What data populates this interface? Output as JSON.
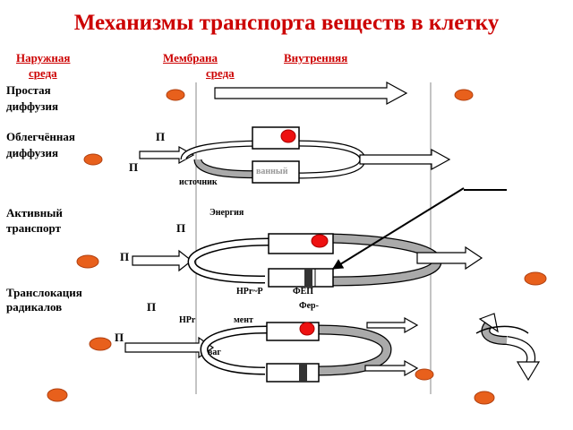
{
  "title": "Механизмы транспорта веществ в клетку",
  "header": {
    "outer_line1": "Наружная",
    "outer_line2": "среда",
    "membrane": "Мембрана",
    "inner_line1": "Внутренняя",
    "inner_line2": "среда"
  },
  "rows": {
    "simple": {
      "line1": "Простая",
      "line2": "диффузия"
    },
    "facilitated": {
      "line1": "Облегчённая",
      "line2": "диффузия",
      "p1": "П",
      "p2": "П",
      "box_text": "ванный",
      "source": "источник"
    },
    "active": {
      "line1": "Активный",
      "line2": "транспорт",
      "energy": "Энергия",
      "p1": "П",
      "p2": "П"
    },
    "translocation": {
      "line1": "Транслокация",
      "line2": "радикалов",
      "p1": "П",
      "hpr_p": "НPr~P",
      "fep": "ФЕП",
      "fer": "Фер-",
      "hpr": "НPr",
      "ment": "мент",
      "p2": "П",
      "vag": "ваг"
    }
  },
  "colors": {
    "title": "#cc0000",
    "particle": "#e8601c",
    "carrier_dot": "#ee1111",
    "membrane_line": "#888888",
    "arrow_gray": "#aaaaaa"
  }
}
